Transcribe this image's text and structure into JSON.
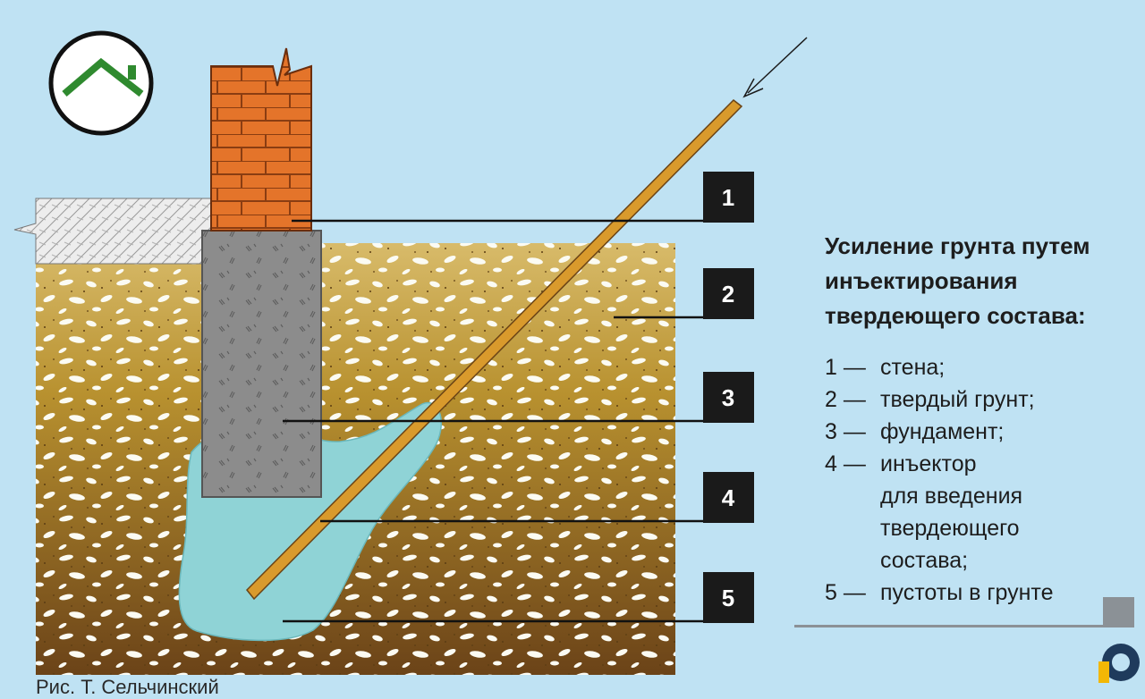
{
  "callouts": [
    {
      "number": "1",
      "target": "стена"
    },
    {
      "number": "2",
      "target": "твердый грунт"
    },
    {
      "number": "3",
      "target": "фундамент"
    },
    {
      "number": "4",
      "target": "инъектор"
    },
    {
      "number": "5",
      "target": "пустоты в грунте"
    }
  ],
  "legend": {
    "title_lines": [
      "Усиление грунта путем",
      "инъектирования",
      "твердеющего состава:"
    ],
    "items": [
      {
        "number": "1 —",
        "lines": [
          "стена;"
        ]
      },
      {
        "number": "2 —",
        "lines": [
          "твердый грунт;"
        ]
      },
      {
        "number": "3 —",
        "lines": [
          "фундамент;"
        ]
      },
      {
        "number": "4 —",
        "lines": [
          "инъектор",
          "для введения",
          "твердеющего",
          "состава;"
        ]
      },
      {
        "number": "5 —",
        "lines": [
          "пустоты в грунте"
        ]
      }
    ]
  },
  "credit": "Рис. Т. Сельчинский",
  "icons": [
    "house-roof-icon",
    "brand-logo-icon"
  ],
  "colors": {
    "background": "#bfe2f3",
    "soil": "#b8902e",
    "brick": "#e4742a",
    "foundation": "#8c8c8c",
    "void": "#8fd3d6",
    "injector": "#d99a2c",
    "callout_box": "#1a1a1a",
    "roof_green": "#2f8a2f"
  }
}
